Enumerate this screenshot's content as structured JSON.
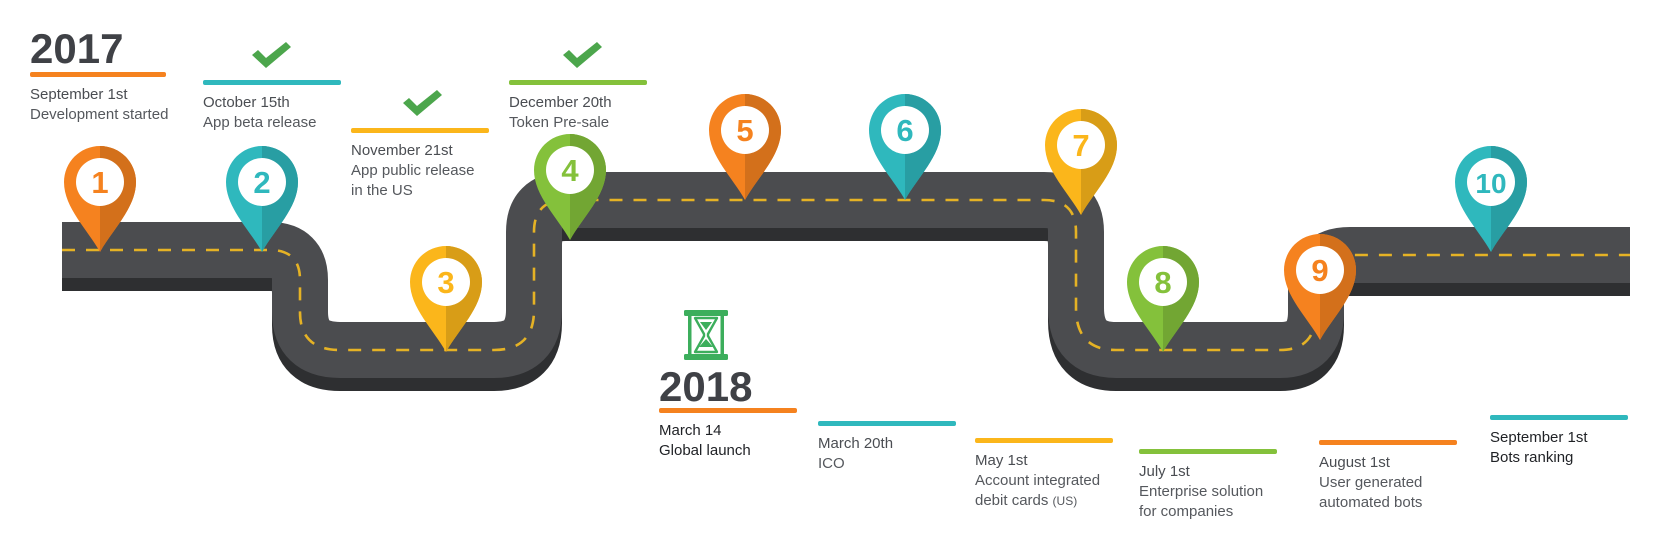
{
  "years": {
    "start": "2017",
    "launch": "2018"
  },
  "colors": {
    "orange": "#f5821f",
    "teal": "#2fb8bd",
    "yellow": "#fbb61b",
    "green": "#84c13b",
    "road": "#4b4c4f",
    "road_edge": "#2e2f31",
    "dash": "#e5b225",
    "check": "#4ca64c",
    "hourglass": "#3cae5c"
  },
  "milestones": [
    {
      "number": "1",
      "color": "orange",
      "date": "September 1st",
      "lines": [
        "Development started"
      ],
      "completed": false
    },
    {
      "number": "2",
      "color": "teal",
      "date": "October 15th",
      "lines": [
        "App beta release"
      ],
      "completed": true
    },
    {
      "number": "3",
      "color": "yellow",
      "date": "November 21st",
      "lines": [
        "App public release",
        "in the US"
      ],
      "completed": true
    },
    {
      "number": "4",
      "color": "green",
      "date": "December 20th",
      "lines": [
        "Token Pre-sale"
      ],
      "completed": true
    },
    {
      "number": "5",
      "color": "orange",
      "date": "March 14",
      "lines": [
        "Global launch"
      ],
      "completed": false
    },
    {
      "number": "6",
      "color": "teal",
      "date": "March 20th",
      "lines": [
        "ICO"
      ],
      "completed": false
    },
    {
      "number": "7",
      "color": "yellow",
      "date": "May 1st",
      "lines": [
        "Account integrated",
        "debit cards"
      ],
      "note": "(US)",
      "completed": false
    },
    {
      "number": "8",
      "color": "green",
      "date": "July 1st",
      "lines": [
        "Enterprise solution",
        "for companies"
      ],
      "completed": false
    },
    {
      "number": "9",
      "color": "orange",
      "date": "August 1st",
      "lines": [
        "User generated",
        "automated bots"
      ],
      "completed": false
    },
    {
      "number": "10",
      "color": "teal",
      "date": "September 1st",
      "lines": [
        "Bots ranking"
      ],
      "completed": false
    }
  ],
  "icons": {
    "check": "check-icon",
    "hourglass": "hourglass-icon"
  }
}
